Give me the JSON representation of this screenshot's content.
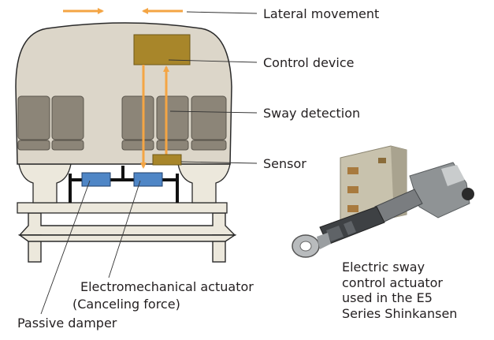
{
  "labels": {
    "lateral_movement": "Lateral movement",
    "control_device": "Control device",
    "sway_detection": "Sway detection",
    "sensor": "Sensor",
    "actuator_line1": "Electromechanical actuator",
    "actuator_line2": "(Canceling force)",
    "passive_damper": "Passive damper"
  },
  "photo_caption": {
    "line1": "Electric sway",
    "line2": "control actuator",
    "line3": "used in the E5",
    "line4": "Series Shinkansen"
  },
  "colors": {
    "arrow": "#f4a544",
    "body": "#dcd6c9",
    "body_stroke": "#2a2a2a",
    "control_device": "#a8862a",
    "seat": "#8c8578",
    "actuator": "#4f86c6",
    "frame": "#ece8dc"
  }
}
